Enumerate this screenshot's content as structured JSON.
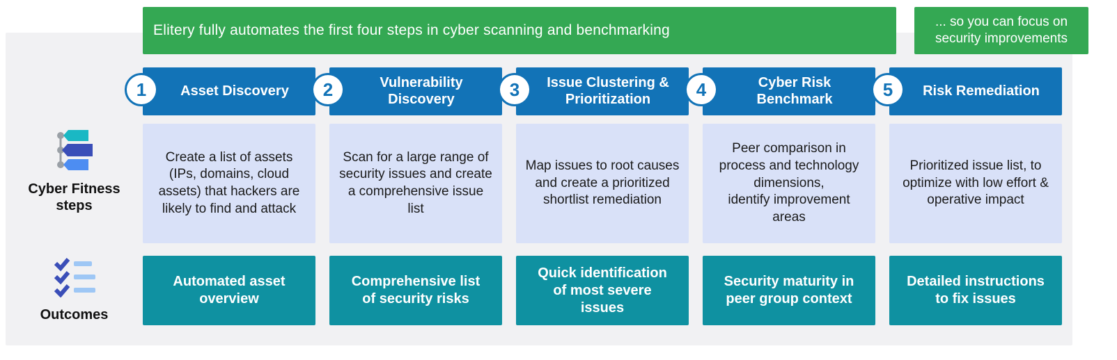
{
  "banner": {
    "main": "Elitery fully automates the first four steps in cyber scanning and benchmarking",
    "side": "... so you can focus on security improvements"
  },
  "left_rail": {
    "steps_label": "Cyber Fitness steps",
    "steps_icon": "milestone-timeline-icon",
    "outcomes_label": "Outcomes",
    "outcomes_icon": "checklist-icon"
  },
  "columns": [
    {
      "number": "1",
      "title": "Asset Discovery",
      "description": "Create a list of assets (IPs, domains, cloud assets) that hackers are likely to find and attack",
      "outcome": "Automated asset\noverview"
    },
    {
      "number": "2",
      "title": "Vulnerability\nDiscovery",
      "description": "Scan for a large range of security issues and create a comprehensive issue list",
      "outcome": "Comprehensive list\nof security risks"
    },
    {
      "number": "3",
      "title": "Issue Clustering &\nPrioritization",
      "description": "Map issues to root causes and create a prioritized shortlist remediation",
      "outcome": "Quick identification\nof most severe\nissues"
    },
    {
      "number": "4",
      "title": "Cyber Risk\nBenchmark",
      "description": "Peer comparison in process and technology dimensions,\nidentify improvement areas",
      "outcome": "Security maturity in\npeer group context"
    },
    {
      "number": "5",
      "title": "Risk Remediation",
      "description": "Prioritized issue list, to optimize with low effort & operative impact",
      "outcome": "Detailed instructions\nto fix issues"
    }
  ],
  "colors": {
    "green": "#34a853",
    "blue": "#1273b7",
    "lavender": "#d9e1f8",
    "teal": "#0f91a1",
    "panel_background": "#f1f1f3"
  }
}
